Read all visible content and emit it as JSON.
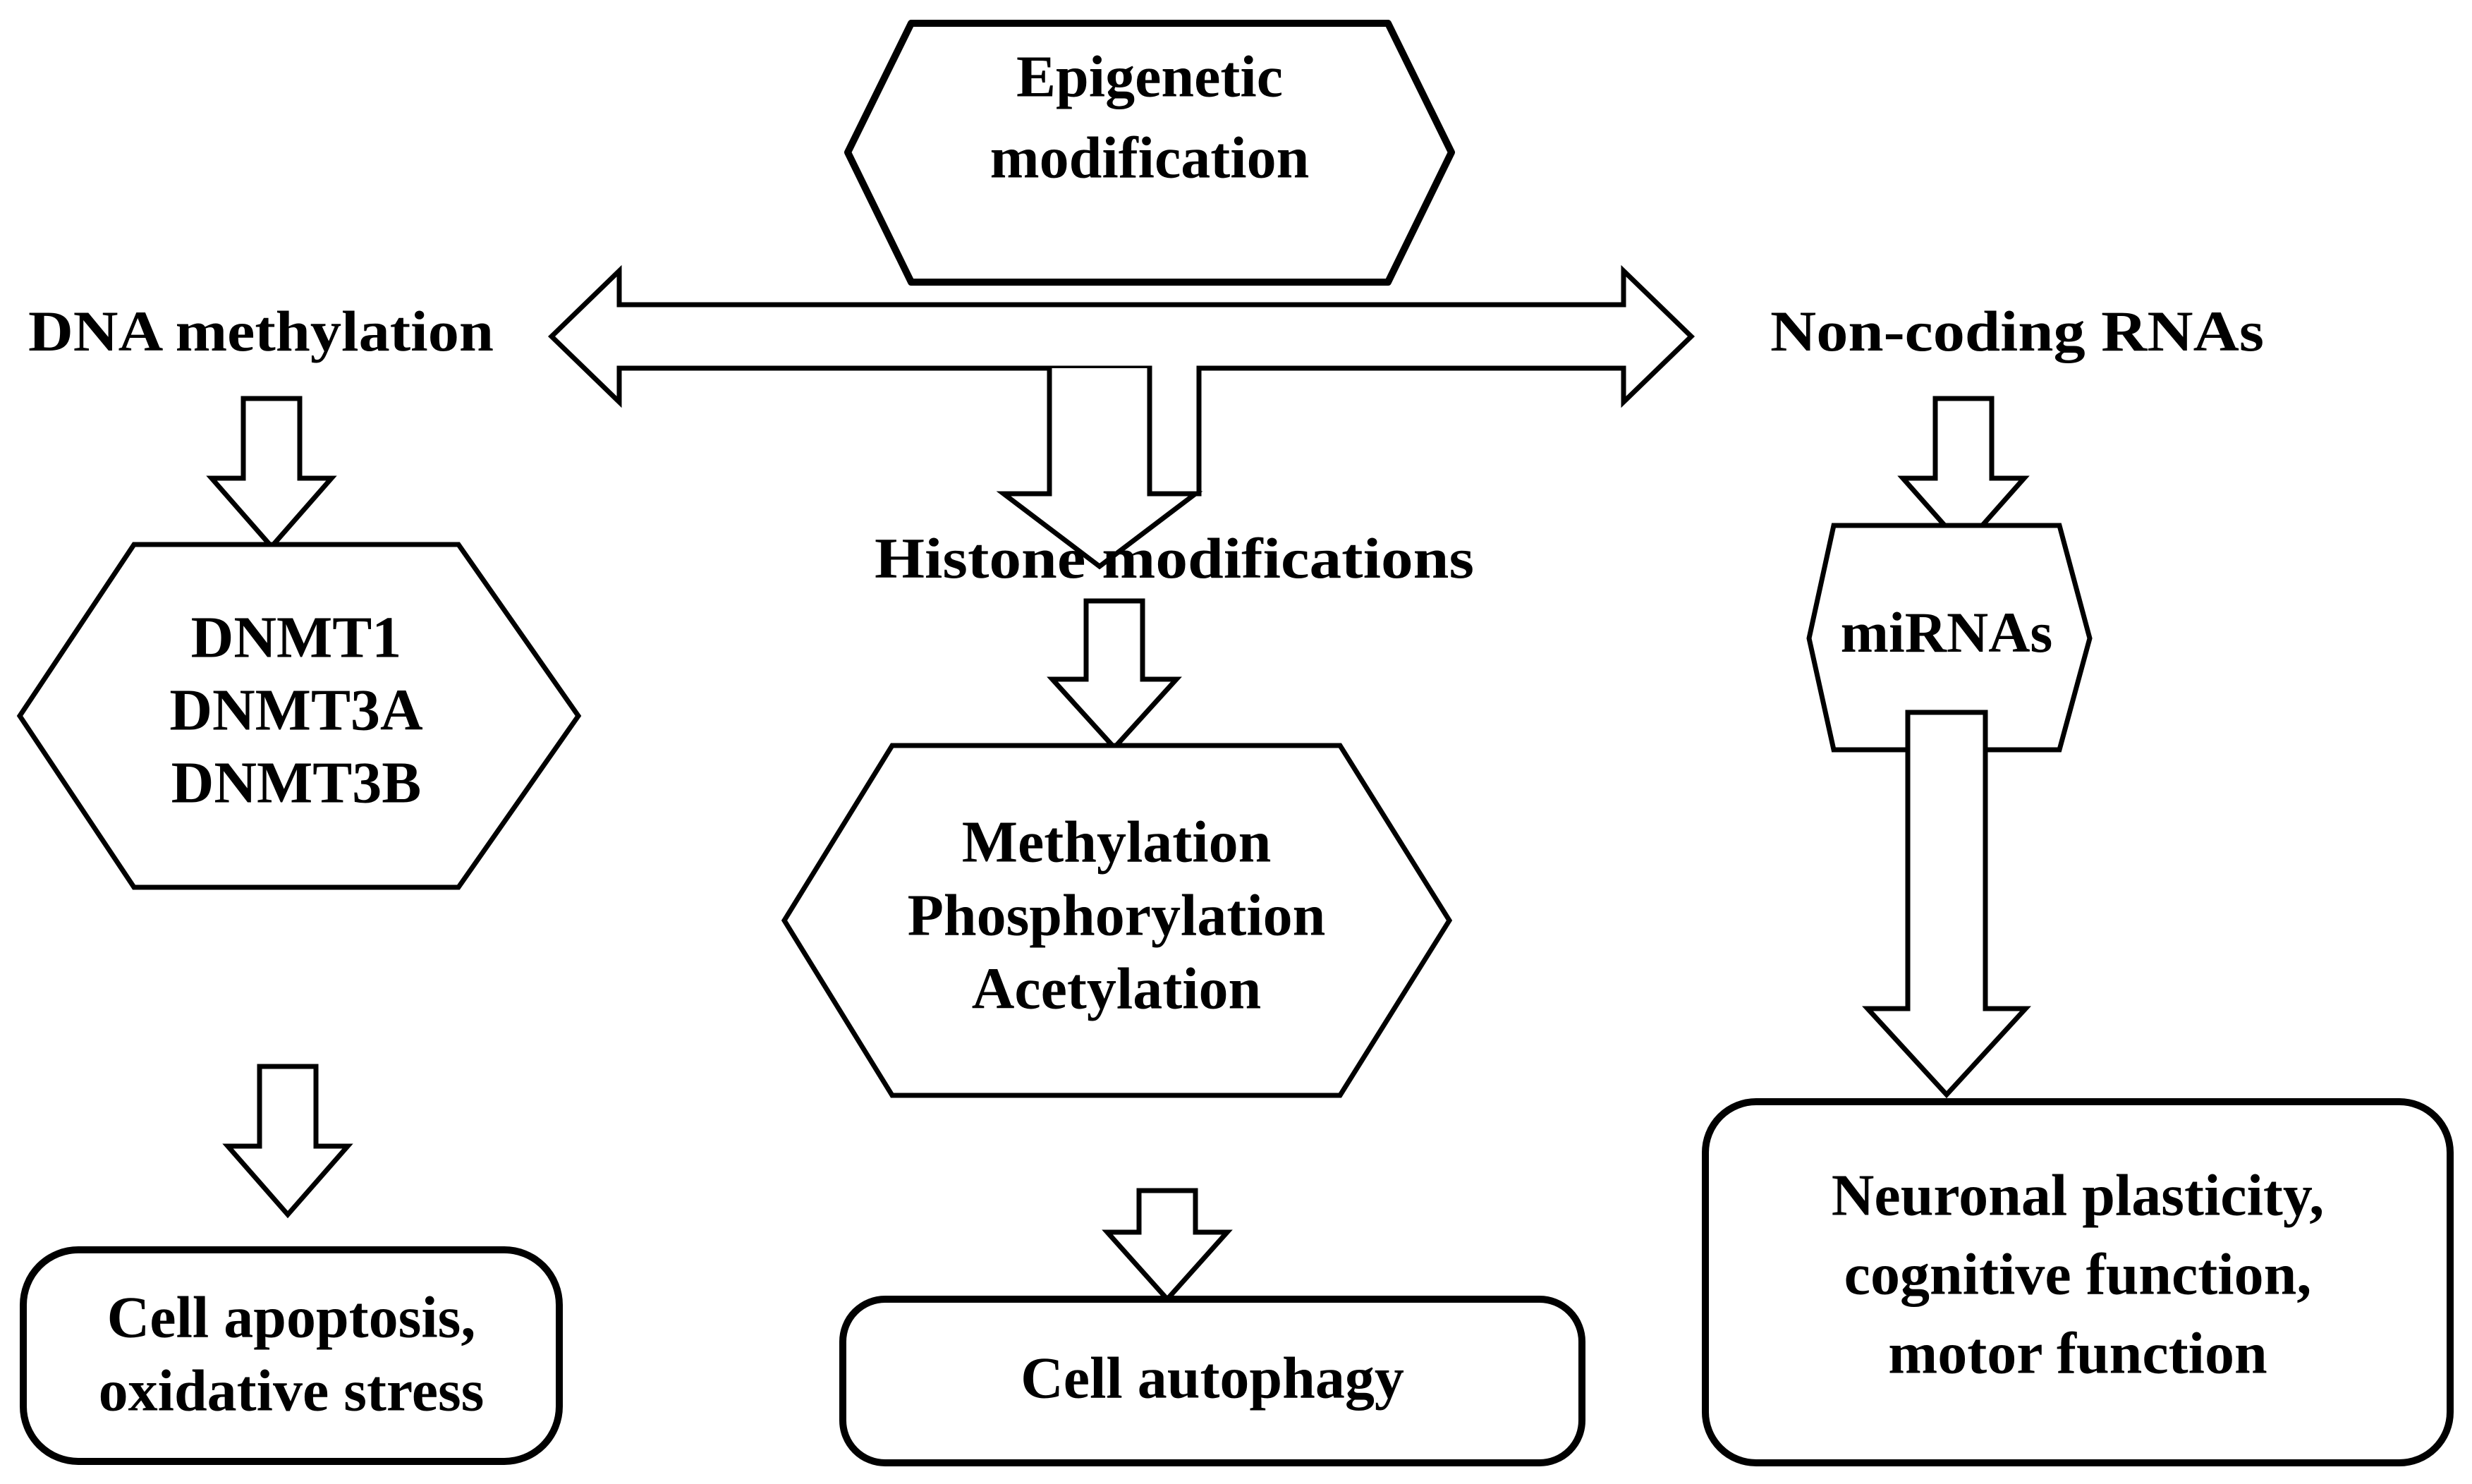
{
  "diagram": {
    "title_node": {
      "label_line1": "Epigenetic",
      "label_line2": "modification"
    },
    "branches": {
      "left_label": "DNA methylation",
      "center_label": "Histone modifications",
      "right_label": "Non-coding RNAs"
    },
    "left_column": {
      "enzymes": {
        "line1": "DNMT1",
        "line2": "DNMT3A",
        "line3": "DNMT3B"
      },
      "outcome": {
        "line1": "Cell apoptosis,",
        "line2": "oxidative stress"
      }
    },
    "center_column": {
      "marks": {
        "line1": "Methylation",
        "line2": "Phosphorylation",
        "line3": "Acetylation"
      },
      "outcome": {
        "line1": "Cell autophagy"
      }
    },
    "right_column": {
      "species": {
        "line1": "miRNAs"
      },
      "outcome": {
        "line1": "Neuronal plasticity,",
        "line2": "cognitive function,",
        "line3": "motor function"
      }
    },
    "colors": {
      "stroke": "#000000",
      "fill": "#ffffff",
      "text": "#000000"
    },
    "icon_names": {
      "double_arrow": "double-headed-horizontal-arrow-icon",
      "down_arrow": "down-arrow-icon",
      "hexagon": "hexagon-node-icon",
      "rounded_box": "rounded-rectangle-node-icon"
    }
  }
}
